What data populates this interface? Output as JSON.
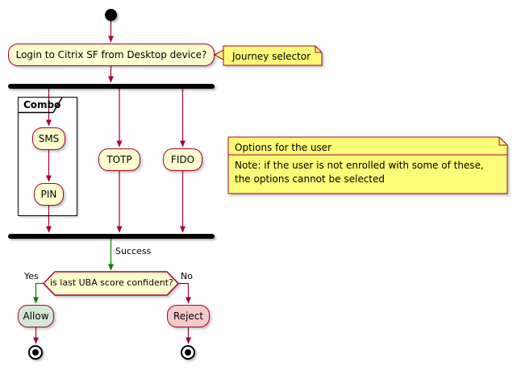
{
  "colors": {
    "activity_bg": "#FEFECE",
    "activity_border": "#A80036",
    "arrow": "#A80036",
    "success": "#008000",
    "note_bg": "#FBFB77",
    "note_border": "#A80036",
    "allow_bg": "#D5E8D5",
    "reject_bg": "#F5C9C9",
    "bar": "#000000",
    "frame_border": "#000000",
    "text": "#000000"
  },
  "nodes": {
    "login": {
      "label": "Login to Citrix SF from Desktop device?"
    },
    "sms": {
      "label": "SMS"
    },
    "pin": {
      "label": "PIN"
    },
    "totp": {
      "label": "TOTP"
    },
    "fido": {
      "label": "FIDO"
    },
    "allow": {
      "label": "Allow"
    },
    "reject": {
      "label": "Reject"
    },
    "decision": {
      "label": "is last UBA score confident?"
    }
  },
  "partition": {
    "label": "Combo"
  },
  "notes": {
    "journey": {
      "text": "Journey selector"
    },
    "options": {
      "title": "Options for the user",
      "body": "Note: if the user is not enrolled with some of these,\nthe options cannot be selected"
    }
  },
  "edge_labels": {
    "success": "Success",
    "yes": "Yes",
    "no": "No"
  }
}
